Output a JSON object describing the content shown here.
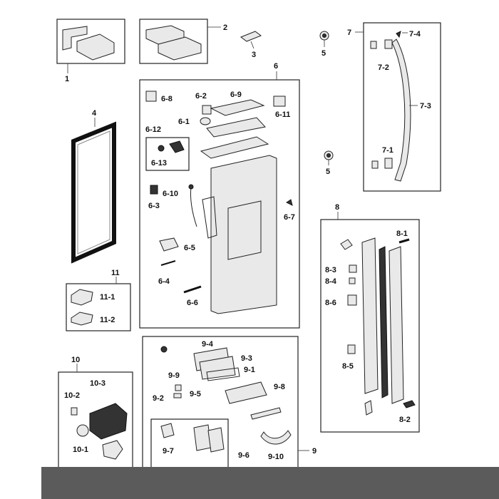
{
  "diagram": {
    "labels": {
      "p1": "1",
      "p2": "2",
      "p3": "3",
      "p4": "4",
      "p5a": "5",
      "p5b": "5",
      "p6": "6",
      "p6_1": "6-1",
      "p6_2": "6-2",
      "p6_3": "6-3",
      "p6_4": "6-4",
      "p6_5": "6-5",
      "p6_6": "6-6",
      "p6_7": "6-7",
      "p6_8": "6-8",
      "p6_9": "6-9",
      "p6_10": "6-10",
      "p6_11": "6-11",
      "p6_12": "6-12",
      "p6_13": "6-13",
      "p7": "7",
      "p7_1": "7-1",
      "p7_2": "7-2",
      "p7_3": "7-3",
      "p7_4": "7-4",
      "p8": "8",
      "p8_1": "8-1",
      "p8_2": "8-2",
      "p8_3": "8-3",
      "p8_4": "8-4",
      "p8_5": "8-5",
      "p8_6": "8-6",
      "p9": "9",
      "p9_1": "9-1",
      "p9_2": "9-2",
      "p9_3": "9-3",
      "p9_4": "9-4",
      "p9_5": "9-5",
      "p9_6": "9-6",
      "p9_7": "9-7",
      "p9_8": "9-8",
      "p9_9": "9-9",
      "p9_10": "9-10",
      "p10": "10",
      "p10_1": "10-1",
      "p10_2": "10-2",
      "p10_3": "10-3",
      "p11": "11",
      "p11_1": "11-1",
      "p11_2": "11-2"
    }
  }
}
